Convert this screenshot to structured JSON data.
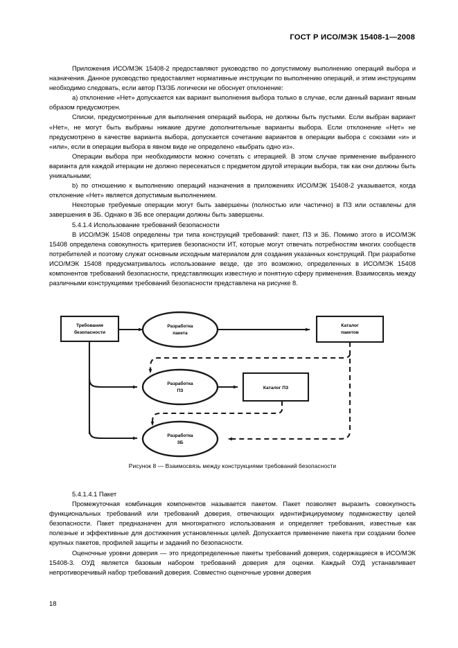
{
  "header": {
    "standard_title": "ГОСТ Р ИСО/МЭК 15408-1—2008"
  },
  "page_number": "18",
  "body_top": [
    "Приложения ИСО/МЭК 15408-2 предоставляют руководство по допустимому выполнению операций выбора и назначения. Данное руководство предоставляет нормативные инструкции по выполнению операций, и этим инструкциям необходимо следовать, если автор ПЗ/ЗБ логически не обоснует отклонение:",
    "a)  отклонение «Нет» допускается как вариант выполнения выбора только в случае, если данный вариант явным образом предусмотрен.",
    "Списки, предусмотренные для выполнения операций выбора, не должны быть пустыми. Если выбран вариант «Нет», не могут быть выбраны никакие другие дополнительные варианты выбора. Если отклонение «Нет» не предусмотрено в качестве варианта выбора, допускается сочетание вариантов в операции выбора с союзами «и» и «или», если в операции выбора в явном виде не определено «выбрать одно из».",
    "Операции выбора при необходимости можно сочетать с итерацией. В этом случае применение выбранного варианта для каждой итерации не должно пересекаться с предметом другой итерации выбора, так как они должны быть уникальными;",
    "b)  по отношению к выполнению операций назначения в приложениях ИСО/МЭК 15408-2 указывается, когда отклонение «Нет» является допустимым выполнением.",
    "Некоторые требуемые операции могут быть завершены (полностью или частично) в ПЗ или оставлены для завершения в ЗБ. Однако в ЗБ все операции должны быть завершены.",
    "5.4.1.4  Использование требований безопасности",
    "В ИСО/МЭК 15408 определены три типа конструкций требований: пакет, ПЗ и ЗБ. Помимо этого в ИСО/МЭК 15408 определена совокупность критериев безопасности ИТ, которые могут отвечать потребностям многих сообществ потребителей и поэтому служат основным исходным материалом для создания указанных конструкций. При разработке ИСО/МЭК 15408 предусматривалось использование везде, где это возможно, определенных в ИСО/МЭК 15408 компонентов требований безопасности, представляющих известную и понятную сферу применения. Взаимосвязь между различными конструкциями требований безопасности представлена на рисунке 8."
  ],
  "figure": {
    "caption": "Рисунок 8 —  Взаимосвязь между конструкциями требований безопасности",
    "nodes": [
      {
        "id": "security-requirements",
        "shape": "rect",
        "lines": [
          "Требования",
          "безопасности"
        ]
      },
      {
        "id": "package-development",
        "shape": "ellipse",
        "lines": [
          "Разработка",
          "пакета"
        ]
      },
      {
        "id": "package-catalog",
        "shape": "rect",
        "lines": [
          "Каталог",
          "пакетов"
        ]
      },
      {
        "id": "pp-development",
        "shape": "ellipse",
        "lines": [
          "Разработка",
          "ПЗ"
        ]
      },
      {
        "id": "pp-catalog",
        "shape": "rect",
        "lines": [
          "Каталог ПЗ"
        ]
      },
      {
        "id": "st-development",
        "shape": "ellipse",
        "lines": [
          "Разработка",
          "ЗБ"
        ]
      }
    ],
    "edges": [
      {
        "from": "security-requirements",
        "to": "package-development",
        "style": "solid"
      },
      {
        "from": "package-development",
        "to": "package-catalog",
        "style": "solid"
      },
      {
        "from": "security-requirements",
        "to": "pp-development",
        "style": "solid"
      },
      {
        "from": "security-requirements",
        "to": "st-development",
        "style": "solid"
      },
      {
        "from": "package-catalog",
        "to": "pp-development",
        "style": "dashed"
      },
      {
        "from": "package-catalog",
        "to": "st-development",
        "style": "dashed"
      },
      {
        "from": "pp-development",
        "to": "pp-catalog",
        "style": "solid"
      },
      {
        "from": "pp-catalog",
        "to": "st-development",
        "style": "dashed"
      }
    ],
    "stroke_color": "#1a1a1a"
  },
  "body_bottom": [
    "5.4.1.4.1  Пакет",
    "Промежуточная комбинация компонентов называется пакетом. Пакет позволяет выразить совокупность функциональных требований или требований доверия, отвечающих идентифицируемому подмножеству целей безопасности. Пакет предназначен для многократного использования и определяет требования, известные как полезные и эффективные для достижения установленных целей. Допускается применение пакета при создании более крупных пакетов, профилей защиты и заданий по безопасности.",
    "Оценочные уровни доверия — это предопределенные пакеты требований доверия, содержащиеся в ИСО/МЭК 15408-3. ОУД является базовым набором требований доверия для оценки. Каждый ОУД устанавливает непротиворечивый набор требований доверия. Совместно оценочные уровни доверия"
  ]
}
